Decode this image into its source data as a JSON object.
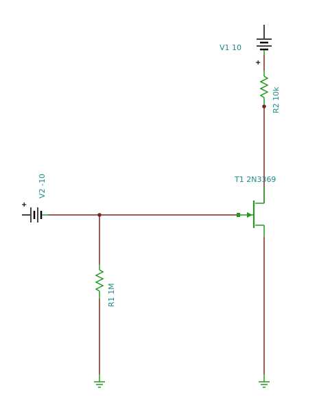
{
  "colors": {
    "wire": "#7a2424",
    "component": "#1e9a1e",
    "terminal": "#000000",
    "label": "#1f8a86",
    "node": "#7a2424",
    "background": "#ffffff"
  },
  "components": {
    "v1": {
      "label": "V1 10",
      "plus": "+"
    },
    "r2": {
      "label": "R2 10k"
    },
    "t1": {
      "label": "T1 2N3369"
    },
    "v2": {
      "label": "V2 -10",
      "plus": "+"
    },
    "r1": {
      "label": "R1 1M"
    }
  },
  "icons": {
    "battery": "battery-icon",
    "resistor": "resistor-icon",
    "jfet": "jfet-icon",
    "ground": "ground-icon",
    "node": "node-dot"
  }
}
